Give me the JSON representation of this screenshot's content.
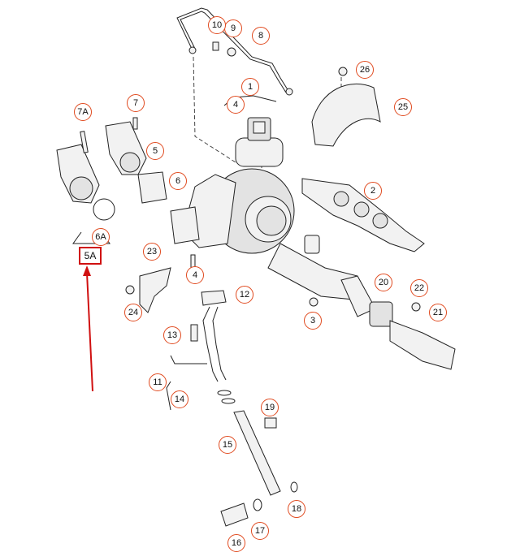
{
  "labels": {
    "c1": "1",
    "c2": "2",
    "c3": "3",
    "c4a": "4",
    "c4b": "4",
    "c5": "5",
    "c6": "6",
    "c6a": "6A",
    "c7": "7",
    "c7a": "7A",
    "c8": "8",
    "c9": "9",
    "c10": "10",
    "c11": "11",
    "c12": "12",
    "c13": "13",
    "c14": "14",
    "c15": "15",
    "c16": "16",
    "c17": "17",
    "c18": "18",
    "c19": "19",
    "c20": "20",
    "c21": "21",
    "c22": "22",
    "c23": "23",
    "c24": "24",
    "c25": "25",
    "c26": "26",
    "c5a": "5A"
  },
  "colors": {
    "callout_border": "#e04a1f",
    "highlight_box": "#d01010",
    "arrow": "#d01010",
    "line_art": "#222222"
  }
}
